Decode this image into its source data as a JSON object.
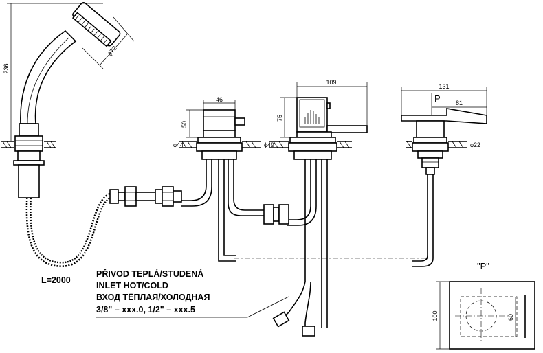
{
  "dimensions": {
    "height_total": "236",
    "shower_head_dia": "ϕ72",
    "hose_length": "L=2000",
    "body1_width": "46",
    "body1_height": "50",
    "body1_base_dia": "ϕ44",
    "body2_width": "109",
    "body2_height": "75",
    "body2_base_dia": "ϕ49",
    "spout_width": "131",
    "spout_reach": "81",
    "spout_base_dia": "ϕ22",
    "spout_marker": "P",
    "detail_label": "\"P\"",
    "detail_outer": "100",
    "detail_inner": "60"
  },
  "inlet_note": {
    "line1": "PŘIVOD TEPLÁ/STUDENÁ",
    "line2": "INLET HOT/COLD",
    "line3": "ВХОД ТЁПЛАЯ/ХОЛОДНАЯ",
    "line4": "3/8\" – xxx.0, 1/2\" – xxx.5"
  }
}
